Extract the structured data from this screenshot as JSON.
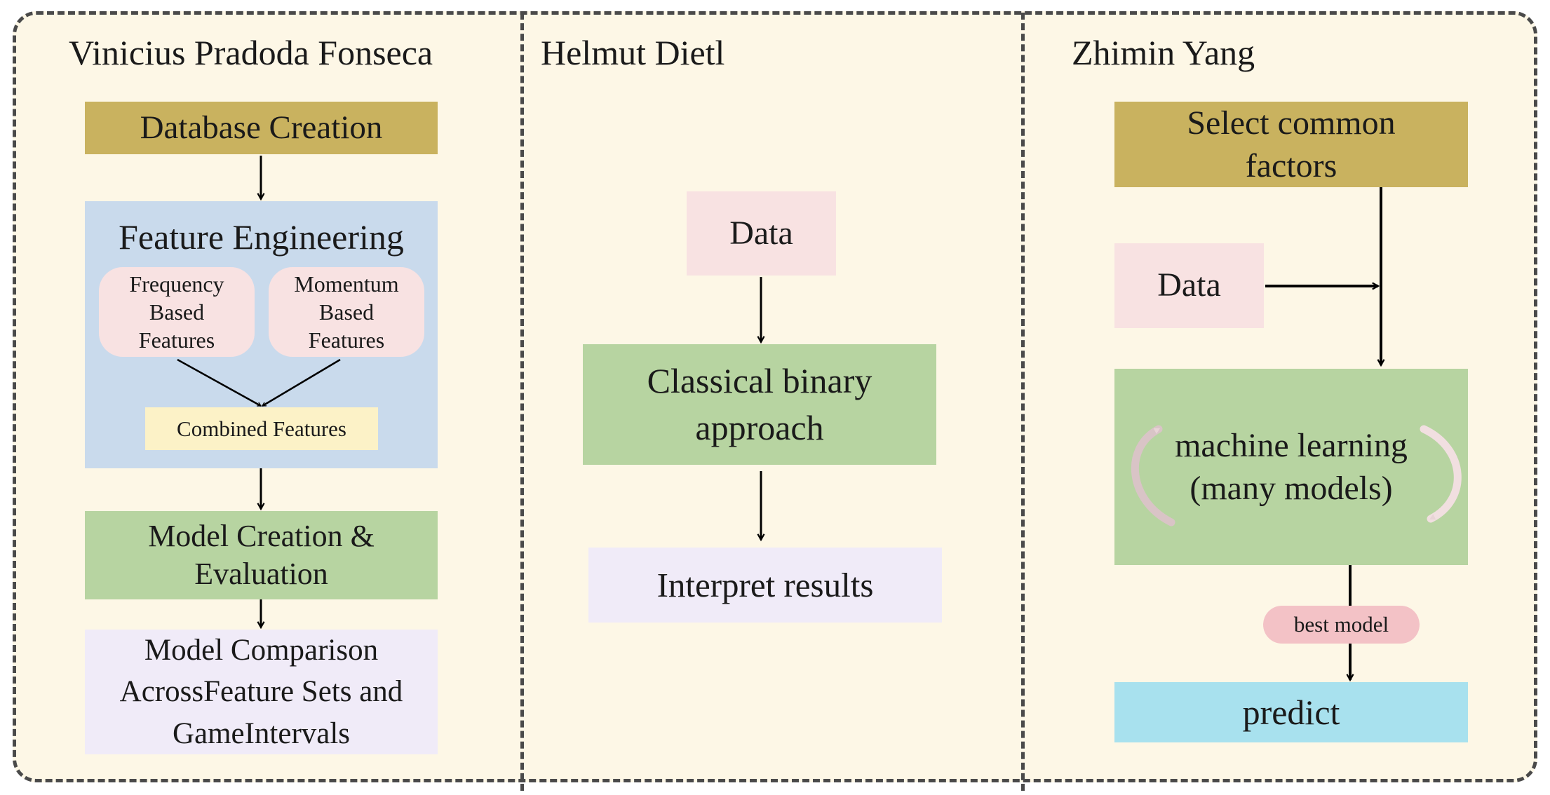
{
  "columns": {
    "fonseca": {
      "heading": "Vinicius Pradoda Fonseca",
      "database_creation": "Database Creation",
      "feature_engineering": "Feature Engineering",
      "frequency_features": "Frequency\nBased\nFeatures",
      "momentum_features": "Momentum\nBased\nFeatures",
      "combined_features": "Combined Features",
      "model_creation": "Model Creation &\nEvaluation",
      "model_comparison": "Model Comparison\nAcrossFeature Sets and\nGameIntervals"
    },
    "dietl": {
      "heading": "Helmut Dietl",
      "data": "Data",
      "classical_binary": "Classical binary\napproach",
      "interpret_results": "Interpret results"
    },
    "yang": {
      "heading": "Zhimin Yang",
      "select_common_factors": "Select common\nfactors",
      "data": "Data",
      "machine_learning": "machine learning\n(many models)",
      "best_model": "best model",
      "predict": "predict"
    }
  },
  "colors": {
    "background": "#fdf7e6",
    "border": "#4a4a4a",
    "gold": "#c9b25f",
    "blue": "#c9daec",
    "pink": "#f8e2e2",
    "green": "#b7d4a1",
    "lavender": "#f0ebf8",
    "cream": "#fcf2c7",
    "cyan": "#a8e1ee",
    "pill": "#f3c2c6"
  }
}
